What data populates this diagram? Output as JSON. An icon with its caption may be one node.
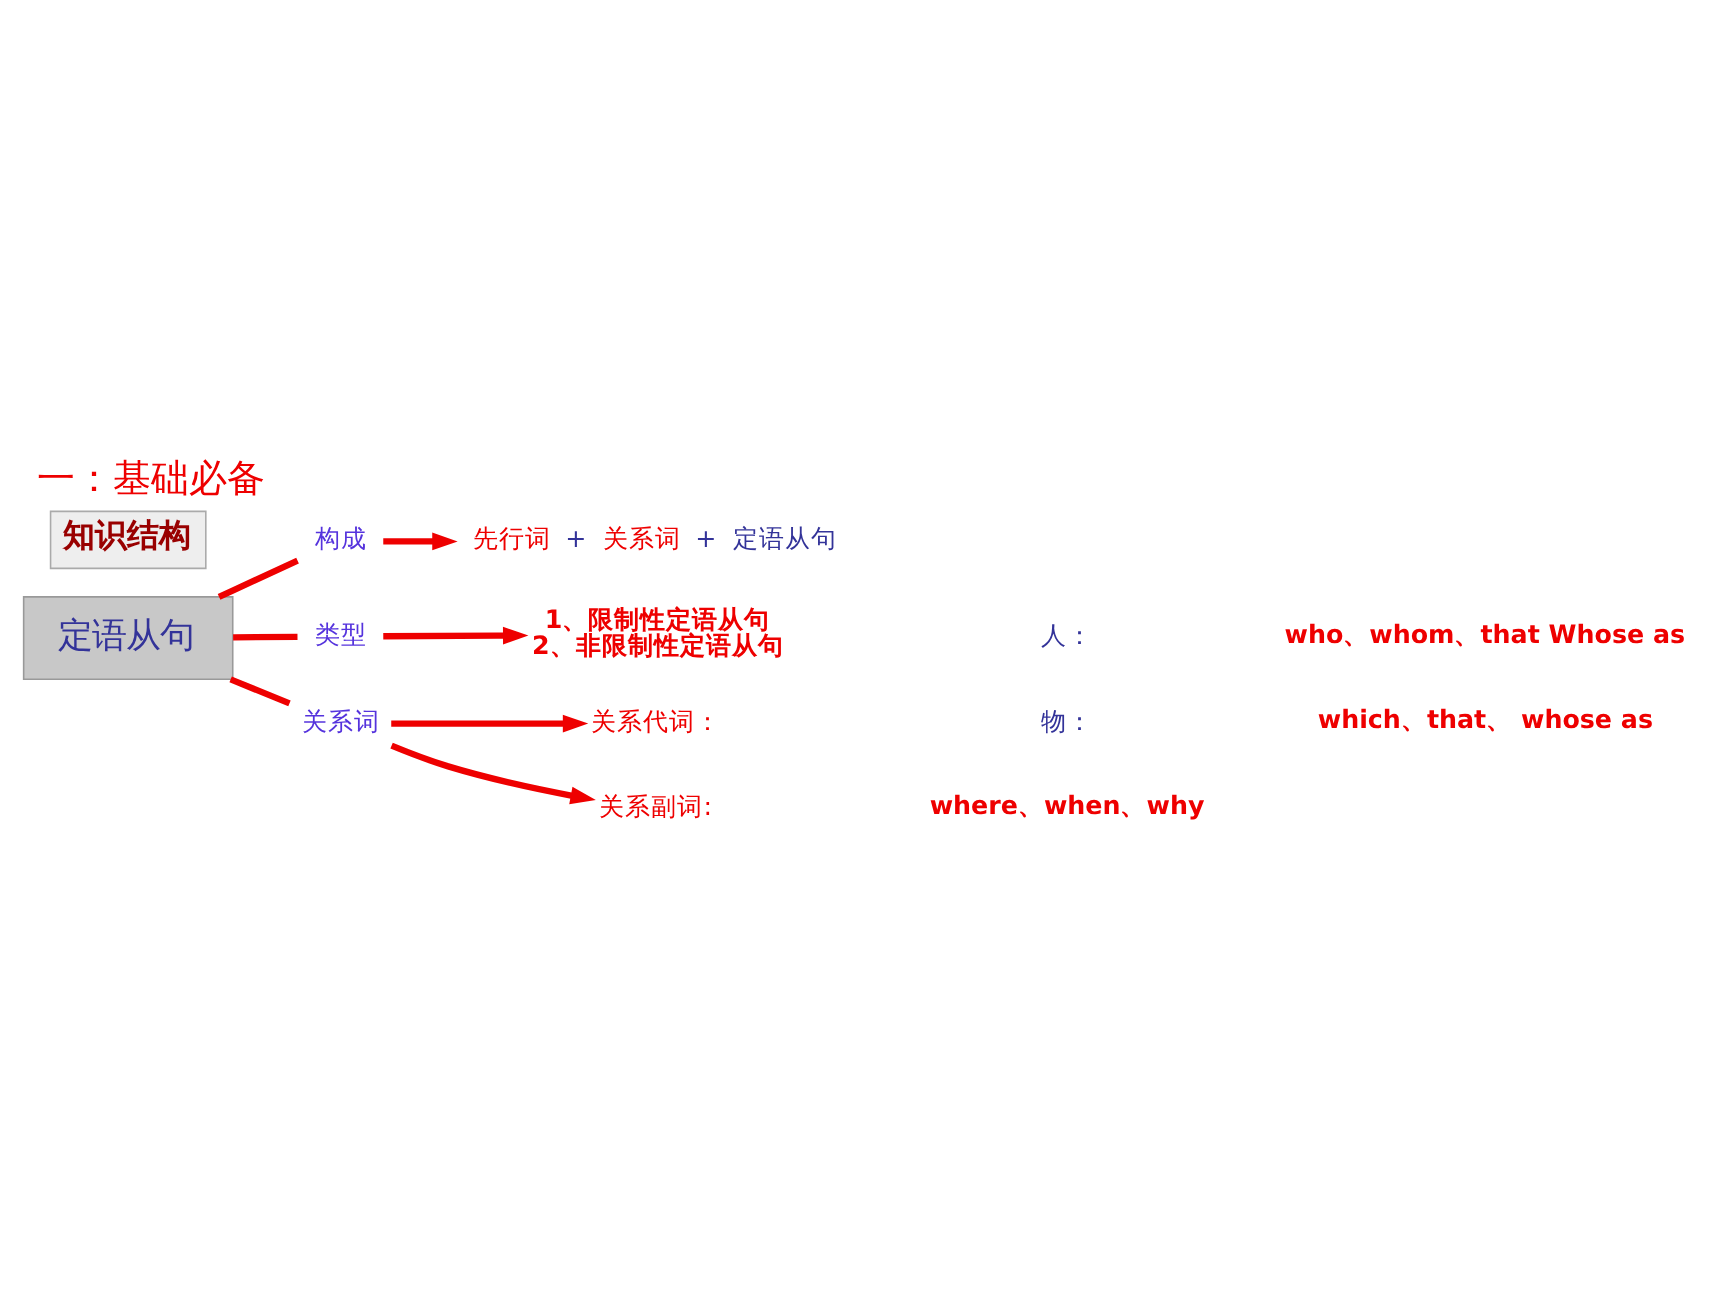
{
  "diagram": {
    "title": "一：基础必备",
    "nodes": [
      {
        "text": [
          "定语从句"
        ]
      },
      {
        "text": [
          "构成"
        ]
      },
      {
        "text": [
          "先行词",
          "+",
          "关系词",
          "+",
          "定语从句"
        ]
      },
      {
        "text": [
          "类型"
        ]
      },
      {
        "text": [
          "1、限制性定语从句",
          "2、非限制性定语从句"
        ]
      },
      {
        "text": [
          "关系词"
        ]
      },
      {
        "text": [
          "关系代词："
        ]
      },
      {
        "text": [
          "人："
        ]
      },
      {
        "text": [
          "who、whom、that Whose as"
        ]
      },
      {
        "text": [
          "物："
        ]
      },
      {
        "text": [
          "which、that、 whose as"
        ]
      },
      {
        "text": [
          "关系副词:"
        ]
      },
      {
        "text": [
          "where、when、why"
        ]
      }
    ],
    "edges": [
      {
        "from": 0,
        "to": 1,
        "arrow": "none"
      },
      {
        "from": 0,
        "to": 3,
        "arrow": "none"
      },
      {
        "from": 0,
        "to": 5,
        "arrow": "none"
      },
      {
        "from": 1,
        "to": 2,
        "arrow": "to"
      },
      {
        "from": 3,
        "to": 4,
        "arrow": "to"
      },
      {
        "from": 5,
        "to": 6,
        "arrow": "to"
      },
      {
        "from": 5,
        "to": 11,
        "arrow": "to"
      }
    ],
    "labels": [
      "知识结构"
    ]
  }
}
